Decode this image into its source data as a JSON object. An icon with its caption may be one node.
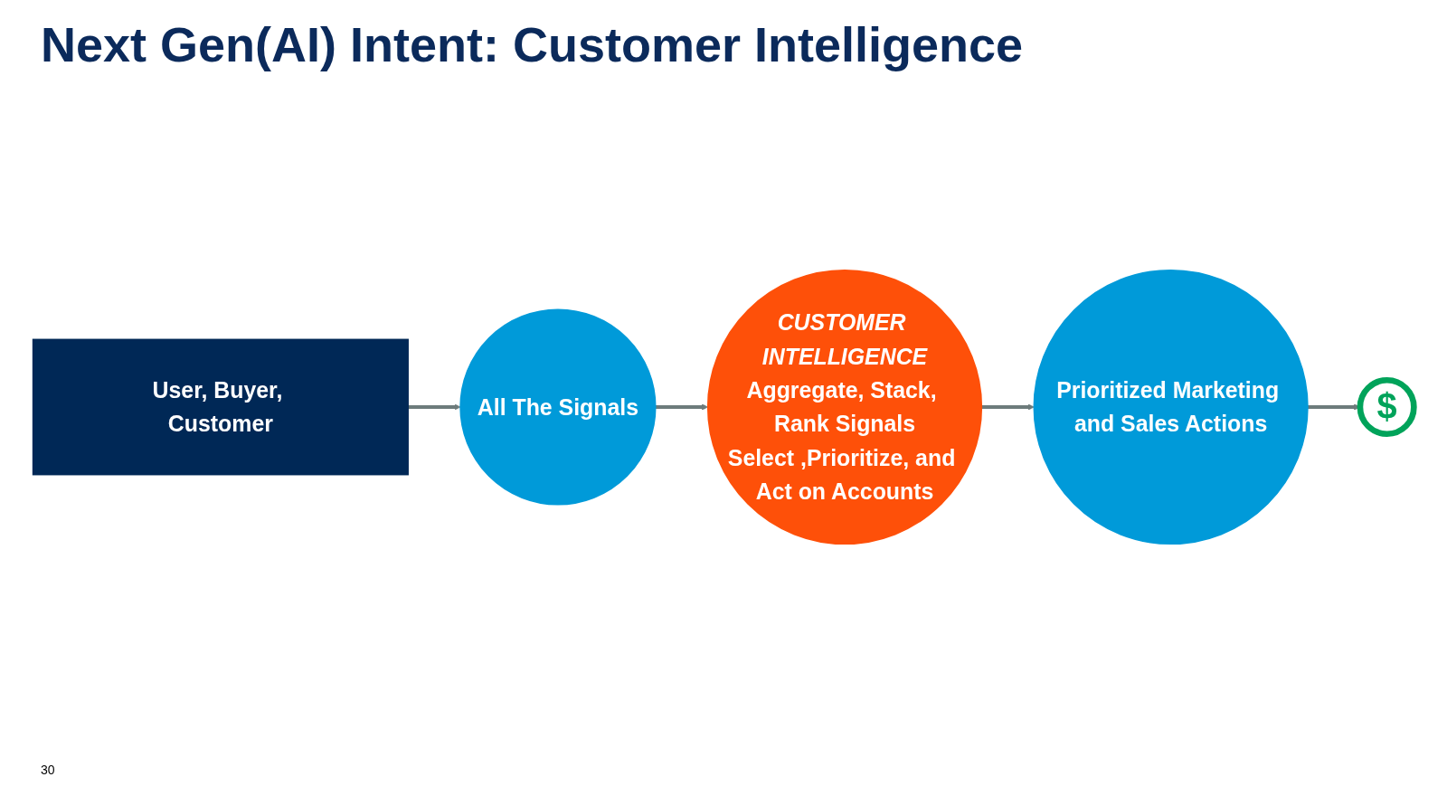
{
  "diagram": {
    "title": "Next Gen(AI) Intent: Customer Intelligence",
    "nodes": [
      {
        "text": [
          "User, Buyer, Customer"
        ]
      },
      {
        "text": [
          "All The Signals"
        ]
      },
      {
        "text": [
          "CUSTOMER INTELLIGENCE",
          "Aggregate, Stack, Rank Signals",
          "Select ,Prioritize, and Act on Accounts"
        ]
      },
      {
        "text": [
          "Prioritized Marketing and Sales Actions"
        ]
      },
      {
        "text": [
          "$"
        ]
      }
    ],
    "edges": [
      {
        "from": 0,
        "to": 1,
        "arrow": "to"
      },
      {
        "from": 1,
        "to": 2,
        "arrow": "to"
      },
      {
        "from": 2,
        "to": 3,
        "arrow": "to"
      },
      {
        "from": 3,
        "to": 4,
        "arrow": "to"
      }
    ],
    "labels": [
      "30"
    ]
  }
}
